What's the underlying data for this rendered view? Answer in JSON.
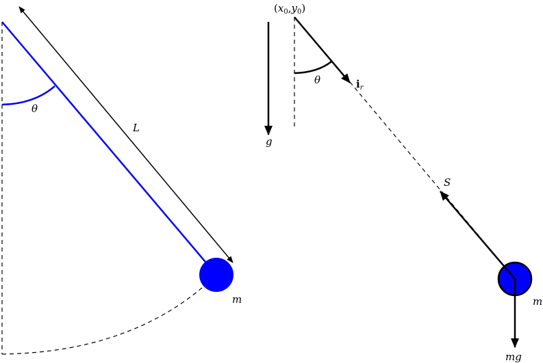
{
  "colors": {
    "rod": "#0000ff",
    "bob": "#0000ff",
    "ink": "#000000"
  },
  "left_diagram": {
    "length_label": "L",
    "angle_label": "θ",
    "mass_label": "m"
  },
  "right_diagram": {
    "pivot_label": "(x",
    "pivot_sub_x": "0",
    "pivot_sep": ",y",
    "pivot_sub_y": "0",
    "pivot_close": ")",
    "unit_vector_label": "i",
    "unit_vector_sub": "r",
    "angle_label": "θ",
    "gravity_label": "g",
    "tension_label": "S",
    "mass_label": "m",
    "weight_label": "mg"
  }
}
